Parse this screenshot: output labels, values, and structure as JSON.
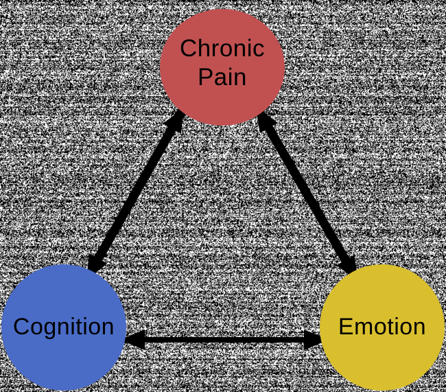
{
  "diagram": {
    "background": {
      "style": "black-and-white-static-noise",
      "black": "#000000",
      "white": "#ffffff"
    },
    "arrow_color": "#000000",
    "nodes": [
      {
        "id": "chronic-pain",
        "label": "Chronic Pain",
        "line1": "Chronic",
        "line2": "Pain",
        "shape": "circle",
        "color": "#c15151",
        "text_color": "#000000"
      },
      {
        "id": "cognition",
        "label": "Cognition",
        "shape": "circle",
        "color": "#4a6cc7",
        "text_color": "#000000"
      },
      {
        "id": "emotion",
        "label": "Emotion",
        "shape": "circle",
        "color": "#d9bf2e",
        "text_color": "#000000"
      }
    ],
    "edges": [
      {
        "from": "Chronic Pain",
        "to": "Cognition",
        "type": "bidirectional-arrow"
      },
      {
        "from": "Chronic Pain",
        "to": "Emotion",
        "type": "bidirectional-arrow"
      },
      {
        "from": "Cognition",
        "to": "Emotion",
        "type": "bidirectional-arrow"
      }
    ]
  }
}
